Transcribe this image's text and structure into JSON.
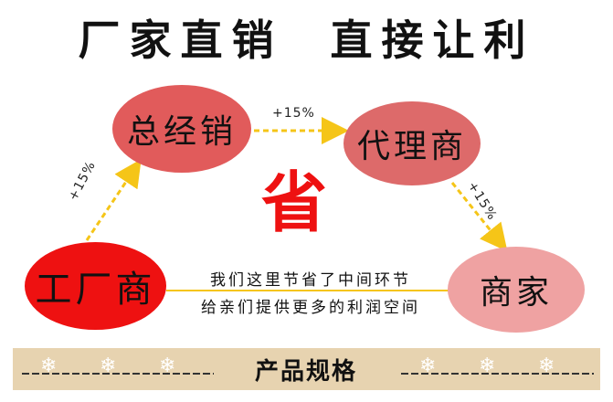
{
  "headline": "厂家直销  直接让利",
  "nodes": {
    "distributor": "总经销",
    "agent": "代理商",
    "factory": "工厂商",
    "merchant": "商家"
  },
  "markup_labels": {
    "factory_to_distributor": "+15%",
    "distributor_to_agent": "+15%",
    "agent_to_merchant": "+15%"
  },
  "center_symbol": "省",
  "message": {
    "line1": "我们这里节省了中间环节",
    "line2": "给亲们提供更多的利润空间"
  },
  "section_banner": {
    "title": "产品规格"
  },
  "colors": {
    "arrow": "#f5c518",
    "factory_node": "#ee1111",
    "distributor_node": "#e15b5b",
    "agent_node": "#dd6a6a",
    "merchant_node": "#efa2a2",
    "banner_bg": "#e7d3b0"
  }
}
